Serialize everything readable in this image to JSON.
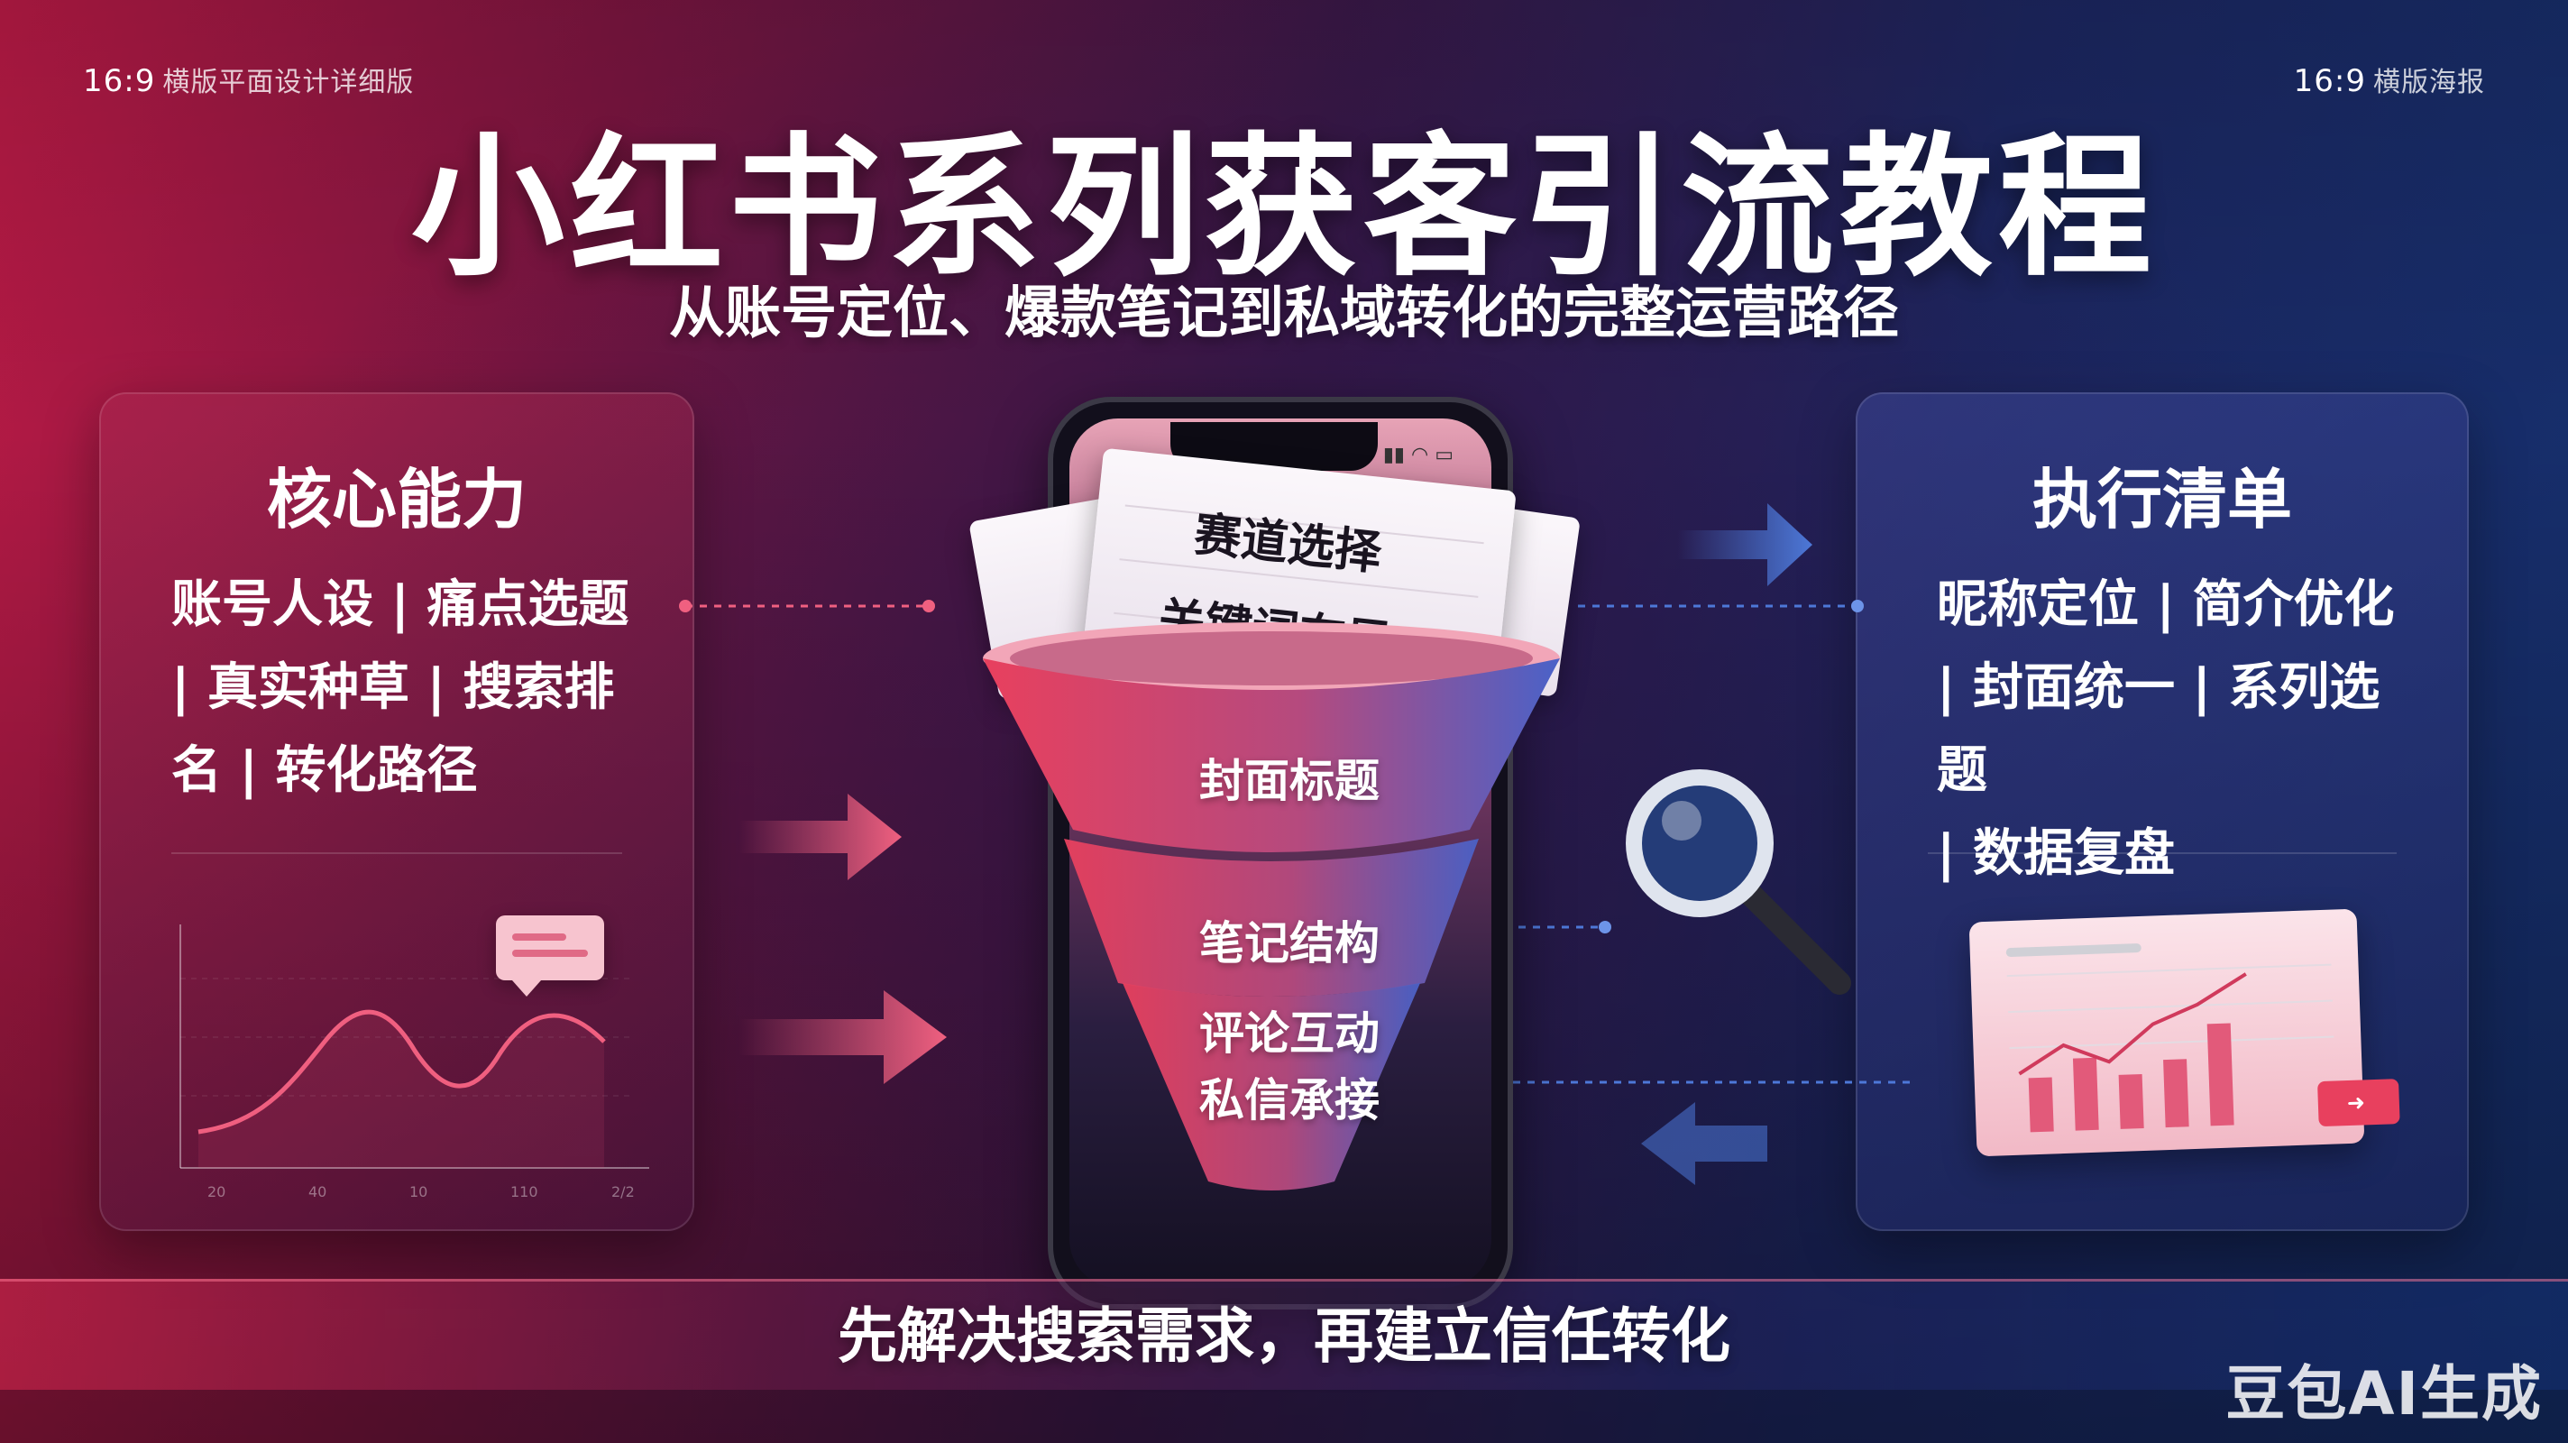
{
  "header": {
    "corner_left_ratio": "16:9",
    "corner_left_text": "横版平面设计详细版",
    "corner_right_ratio": "16:9",
    "corner_right_text": "横版海报",
    "title": "小红书系列获客引流教程",
    "subtitle": "从账号定位、爆款笔记到私域转化的完整运营路径"
  },
  "left_panel": {
    "heading": "核心能力",
    "lines": [
      "账号人设 | 痛点选题",
      "| 真实种草 | 搜索排",
      "名 | 转化路径"
    ],
    "chart_ticks": [
      "20",
      "40",
      "10",
      "110",
      "2/2"
    ]
  },
  "right_panel": {
    "heading": "执行清单",
    "lines": [
      "昵称定位 | 简介优化",
      "| 封面统一 | 系列选题",
      "| 数据复盘"
    ]
  },
  "funnel": {
    "note_line_1": "赛道选择",
    "note_line_2": "关键词布局",
    "stage_1": "封面标题",
    "stage_2": "笔记结构",
    "stage_3": "评论互动",
    "stage_4": "私信承接"
  },
  "footer": {
    "slogan": "先解决搜索需求，再建立信任转化",
    "brand": "豆包AI生成"
  },
  "colors": {
    "accent_pink": "#f0506e",
    "accent_blue": "#4d78d8",
    "bg_red": "#b81a45",
    "bg_blue": "#15306e"
  }
}
